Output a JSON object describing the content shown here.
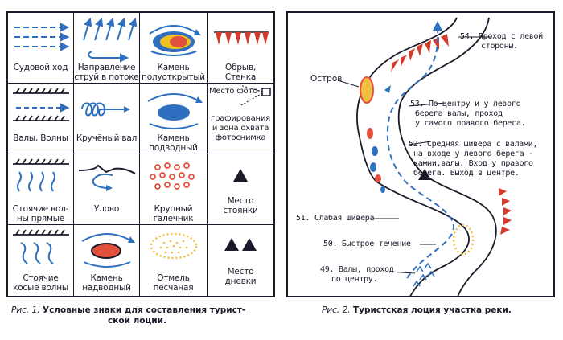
{
  "legend": {
    "cells": [
      {
        "label": "Судовой ход"
      },
      {
        "label": "Направление струй в потоке"
      },
      {
        "label": "Камень полуоткрытый"
      },
      {
        "label": "Обрыв, Стенка"
      },
      {
        "label": "Валы, Волны"
      },
      {
        "label": "Кручёный вал"
      },
      {
        "label": "Камень подводный"
      },
      {
        "label": "Место фото-графирования и зона охвата фотоснимка"
      },
      {
        "label": "Стоячие волны прямые"
      },
      {
        "label": "Улово"
      },
      {
        "label": "Крупный галечник"
      },
      {
        "label": "Место стоянки"
      },
      {
        "label": "Стоячие косые волны"
      },
      {
        "label": "Камень надводный"
      },
      {
        "label": "Отмель песчаная"
      },
      {
        "label": "Место дневки"
      }
    ],
    "lines": {
      "c0": [
        "Судовой ход"
      ],
      "c1": [
        "Направление",
        "струй в потоке"
      ],
      "c2": [
        "Камень",
        "полуоткрытый"
      ],
      "c3": [
        "Обрыв,",
        "Стенка"
      ],
      "c4": [
        "Валы, Волны"
      ],
      "c5": [
        "Кручёный вал"
      ],
      "c6": [
        "Камень",
        "подводный"
      ],
      "c7": [
        "Место фото-",
        "графирования",
        "и зона охвата",
        "фотоснимка"
      ],
      "c8": [
        "Стоячие вол-",
        "ны прямые"
      ],
      "c9": [
        "Улово"
      ],
      "c10": [
        "Крупный",
        "галечник"
      ],
      "c11": [
        "Место",
        "стоянки"
      ],
      "c12": [
        "Стоячие",
        "косые волны"
      ],
      "c13": [
        "Камень",
        "надводный"
      ],
      "c14": [
        "Отмель",
        "песчаная"
      ],
      "c15": [
        "Место",
        "дневки"
      ]
    }
  },
  "map": {
    "island_label": "Остров",
    "annotations": {
      "a54": [
        "54. Проход с левой",
        "стороны."
      ],
      "a53": [
        "53. По центру и у левого",
        "берега валы, проход",
        "у самого правого берега."
      ],
      "a52": [
        "52. Средняя шивера с валами,",
        "на входе у левого берега -",
        "камни,валы. Вход у правого",
        "берега. Выход в центре."
      ],
      "a51": [
        "51. Слабая шивера"
      ],
      "a50": [
        "50. Быстрое течение"
      ],
      "a49": [
        "49. Валы, проход",
        "по центру."
      ]
    }
  },
  "captions": {
    "fig1_label": "Рис. 1.",
    "fig1_text_line1": "Условные знаки для составления турист-",
    "fig1_text_line2": "ской лоции.",
    "fig2_label": "Рис. 2.",
    "fig2_text": "Туристская лоция участка реки."
  },
  "colors": {
    "ink": "#1a1a2a",
    "water_blue": "#2f6fc0",
    "stone_red": "#e0503a",
    "sand_yellow": "#f2c040",
    "stone_yellow": "#f0c020",
    "bank_red": "#d23c2c"
  }
}
